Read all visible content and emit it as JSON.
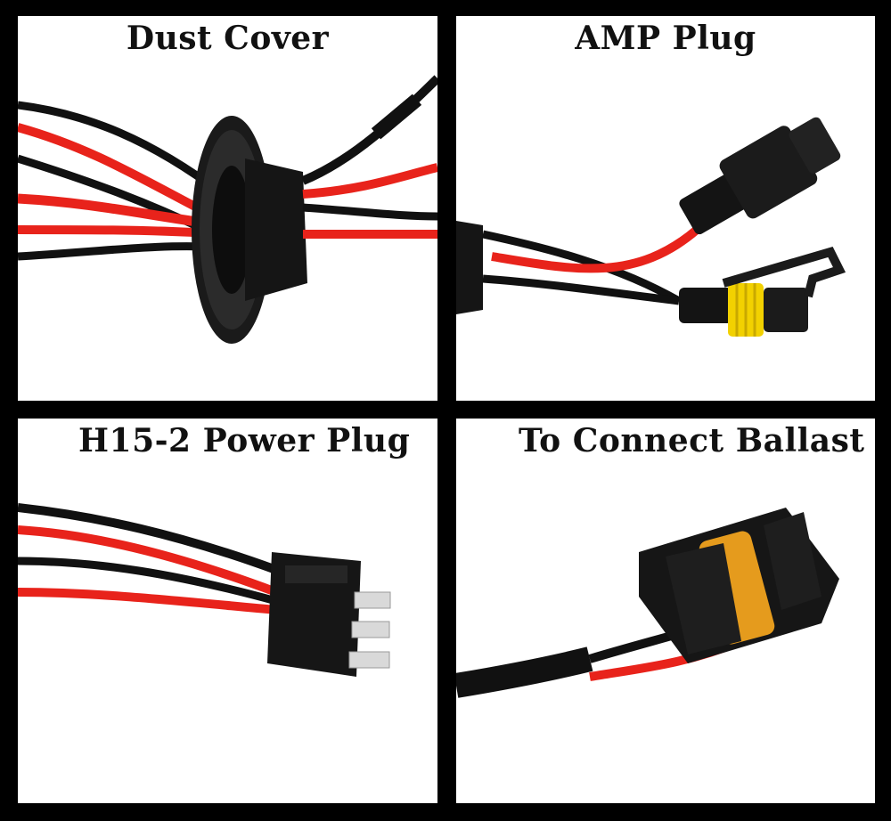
{
  "panels": [
    {
      "caption": "Dust Cover"
    },
    {
      "caption": "AMP Plug"
    },
    {
      "caption": "H15-2 Power Plug"
    },
    {
      "caption": "To Connect Ballast"
    }
  ],
  "colors": {
    "wire_red": "#e8231b",
    "wire_black": "#111111",
    "connector_yellow": "#f2d100",
    "connector_orange": "#e59b1d",
    "terminal_metal": "#d9d9d9"
  }
}
